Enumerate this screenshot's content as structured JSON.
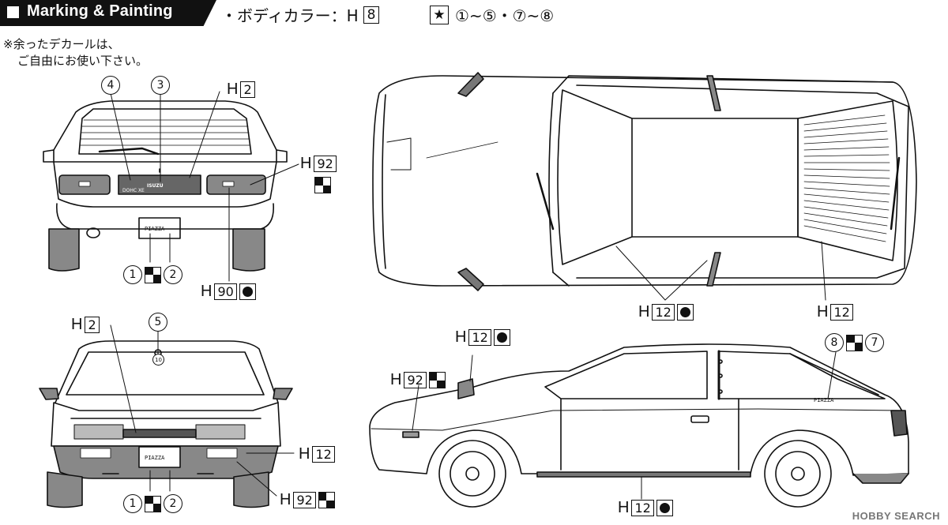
{
  "header": {
    "title": "Marking & Painting",
    "body_color_label": "・ボディカラー：H",
    "body_color_code": "8",
    "star_icon": "star-icon",
    "decal_ranges": "①~⑤・⑦~⑧"
  },
  "note": {
    "line1": "※余ったデカールは、",
    "line2": "ご自由にお使い下さい。"
  },
  "rear_view": {
    "callout_4": "4",
    "callout_3": "3",
    "callout_h2": {
      "prefix": "H",
      "num": "2"
    },
    "callout_h92": {
      "prefix": "H",
      "num": "92"
    },
    "callout_h90": {
      "prefix": "H",
      "num": "90"
    },
    "plate_decals": {
      "left": "1",
      "right": "2"
    },
    "badge_text": "ISUZU",
    "engine_text": "DOHC XE",
    "plate_text": "PIAZZA"
  },
  "top_view": {
    "callout_h12_center": {
      "prefix": "H",
      "num": "12"
    },
    "callout_h12_right": {
      "prefix": "H",
      "num": "12"
    }
  },
  "front_view": {
    "callout_h2": {
      "prefix": "H",
      "num": "2"
    },
    "callout_5": "5",
    "hood_emblem": "10",
    "callout_h12": {
      "prefix": "H",
      "num": "12"
    },
    "callout_h92": {
      "prefix": "H",
      "num": "92"
    },
    "plate_decals": {
      "left": "1",
      "right": "2"
    },
    "plate_text": "PIAZZA"
  },
  "side_view": {
    "callout_h12_mirror": {
      "prefix": "H",
      "num": "12"
    },
    "callout_h92_lamp": {
      "prefix": "H",
      "num": "92"
    },
    "callout_decals": {
      "left": "8",
      "right": "7"
    },
    "callout_h12_skirt": {
      "prefix": "H",
      "num": "12"
    },
    "script_text": "PIAZZA"
  },
  "watermark": "HOBBY SEARCH"
}
